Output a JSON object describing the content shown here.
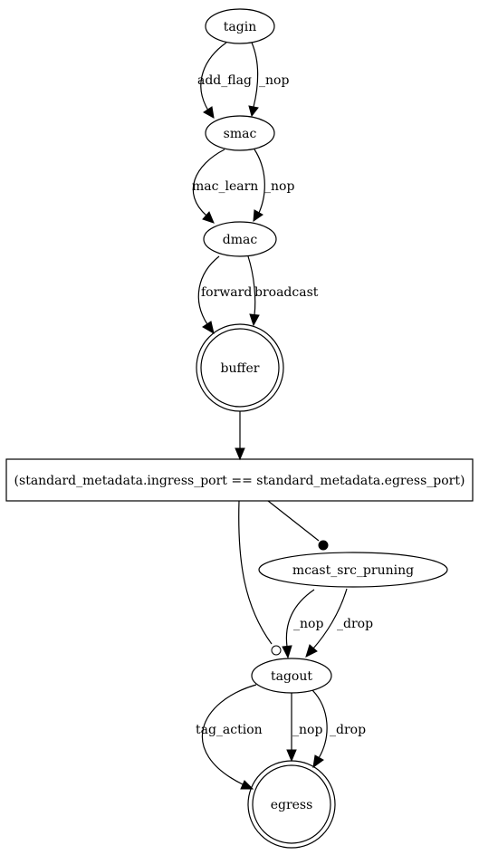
{
  "nodes": {
    "tagin": "tagin",
    "smac": "smac",
    "dmac": "dmac",
    "buffer": "buffer",
    "condition": "(standard_metadata.ingress_port == standard_metadata.egress_port)",
    "mcast_src_pruning": "mcast_src_pruning",
    "tagout": "tagout",
    "egress": "egress"
  },
  "edges": {
    "tagin_smac_1": "add_flag",
    "tagin_smac_2": "_nop",
    "smac_dmac_1": "mac_learn",
    "smac_dmac_2": "_nop",
    "dmac_buffer_1": "forward",
    "dmac_buffer_2": "broadcast",
    "pruning_tagout_1": "_nop",
    "pruning_tagout_2": "_drop",
    "tagout_egress_1": "tag_action",
    "tagout_egress_2": "_nop",
    "tagout_egress_3": "_drop"
  }
}
